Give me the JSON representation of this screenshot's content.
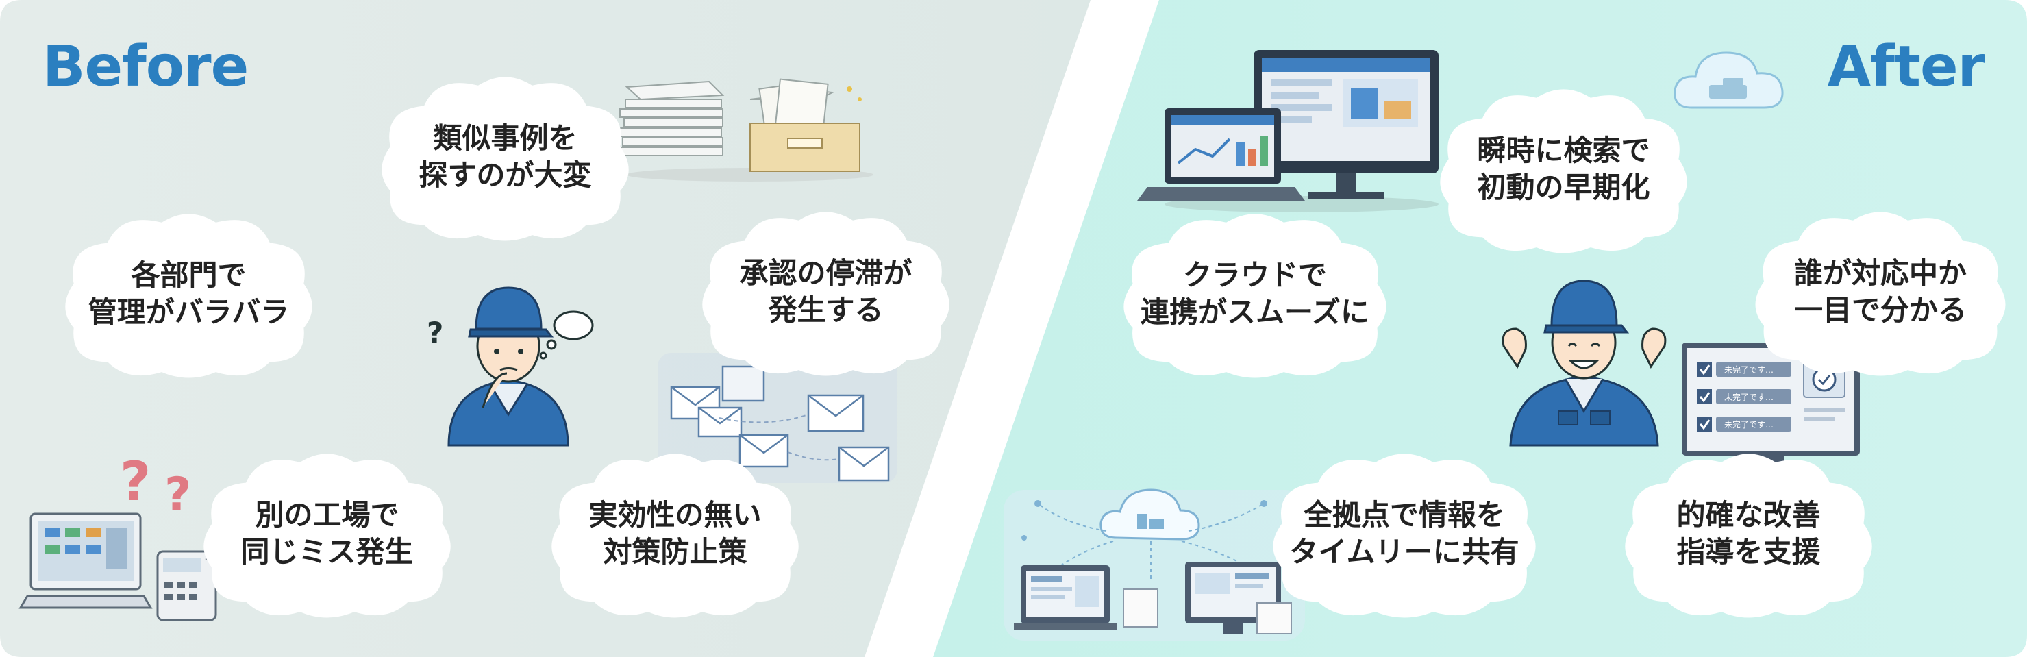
{
  "before": {
    "title": "Before",
    "issues": [
      {
        "line1": "類似事例を",
        "line2": "探すのが大変"
      },
      {
        "line1": "各部門で",
        "line2": "管理がバラバラ"
      },
      {
        "line1": "承認の停滞が",
        "line2": "発生する"
      },
      {
        "line1": "別の工場で",
        "line2": "同じミス発生"
      },
      {
        "line1": "実効性の無い",
        "line2": "対策防止策"
      }
    ]
  },
  "after": {
    "title": "After",
    "benefits": [
      {
        "line1": "瞬時に検索で",
        "line2": "初動の早期化"
      },
      {
        "line1": "クラウドで",
        "line2": "連携がスムーズに"
      },
      {
        "line1": "誰が対応中か",
        "line2": "一目で分かる"
      },
      {
        "line1": "全拠点で情報を",
        "line2": "タイムリーに共有"
      },
      {
        "line1": "的確な改善",
        "line2": "指導を支援"
      }
    ],
    "checklist_items": [
      "未完了です…",
      "未完了です…",
      "未完了です…"
    ]
  },
  "colors": {
    "before_bg": "#e1ebe9",
    "after_bg": "#c9f2ec",
    "title": "#2b7fc0",
    "worker_blue": "#2f6fb1"
  },
  "icons": [
    "question-mark-icon",
    "thought-bubble-icon",
    "envelope-icon",
    "cloud-icon",
    "check-icon",
    "clock-icon"
  ]
}
